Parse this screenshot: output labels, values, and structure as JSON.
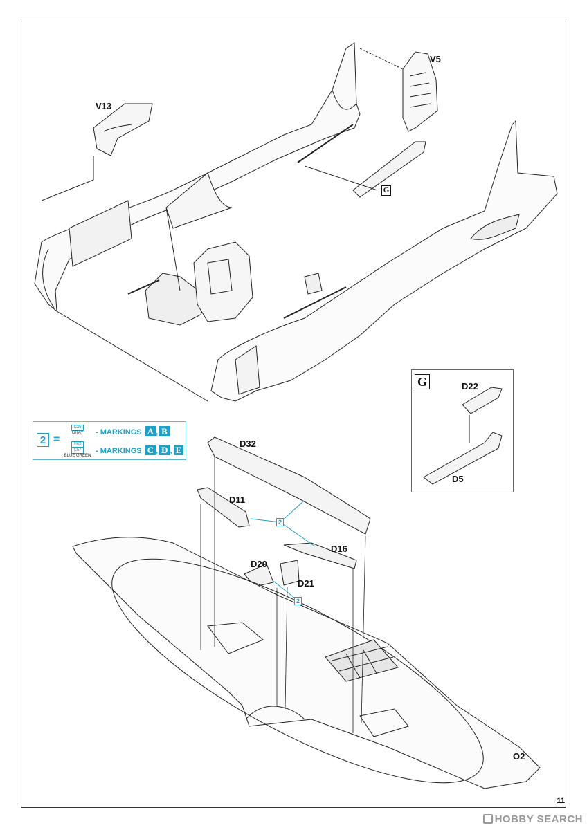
{
  "parts": {
    "v13": "V13",
    "v5": "V5",
    "d22": "D22",
    "d5": "D5",
    "d32": "D32",
    "d11": "D11",
    "d16": "D16",
    "d20": "D20",
    "d21": "D21",
    "o2": "O2"
  },
  "subassembly_marker": "G",
  "legend": {
    "number": "2",
    "equals": "=",
    "row1": {
      "code": "C35",
      "color_name": "GRAY",
      "text": "- MARKINGS",
      "letters": [
        "A",
        "B"
      ]
    },
    "row2": {
      "code_top": "H63",
      "code": "C57",
      "color_name": "BLUE GREEN",
      "text": "- MARKINGS",
      "letters": [
        "C",
        "D",
        "E"
      ]
    }
  },
  "callouts": [
    "2",
    "2"
  ],
  "page_number": "11",
  "watermark": "HOBBY SEARCH",
  "colors": {
    "line": "#222222",
    "accent": "#1ea0c8"
  }
}
